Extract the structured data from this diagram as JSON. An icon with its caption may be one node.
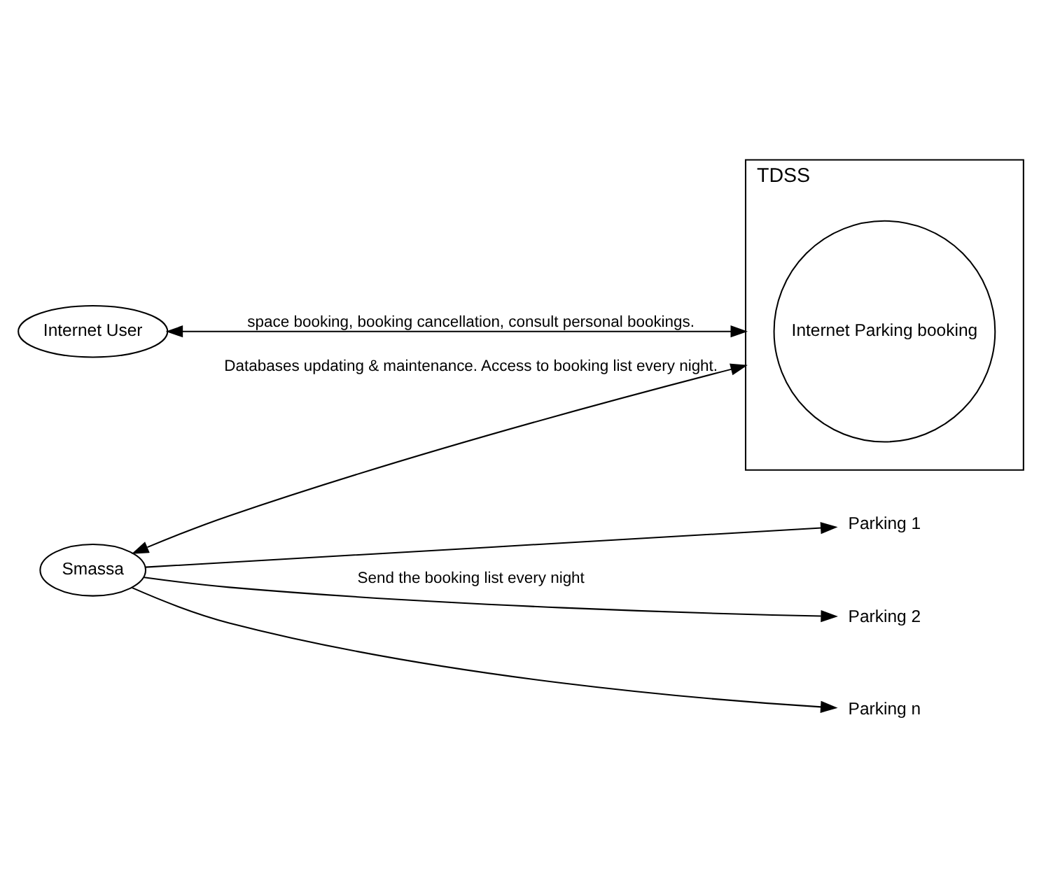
{
  "diagram": {
    "nodes": [
      {
        "text": [
          "Internet User"
        ]
      },
      {
        "text": [
          "TDSS"
        ]
      },
      {
        "text": [
          "Internet Parking booking"
        ],
        "in": 1
      },
      {
        "text": [
          "Smassa"
        ]
      },
      {
        "text": [
          "Parking 1"
        ]
      },
      {
        "text": [
          "Parking 2"
        ]
      },
      {
        "text": [
          "Parking n"
        ]
      }
    ],
    "edges": [
      {
        "from": 0,
        "to": 1,
        "arrow": "both",
        "label": "space booking, booking cancellation, consult personal bookings."
      },
      {
        "from": 3,
        "to": 1,
        "arrow": "both",
        "label": "Databases updating & maintenance. Access to booking list every night."
      },
      {
        "from": 3,
        "to": 4,
        "arrow": "to"
      },
      {
        "from": 3,
        "to": 5,
        "arrow": "to",
        "label": "Send the booking list every night"
      },
      {
        "from": 3,
        "to": 6,
        "arrow": "to"
      }
    ]
  }
}
